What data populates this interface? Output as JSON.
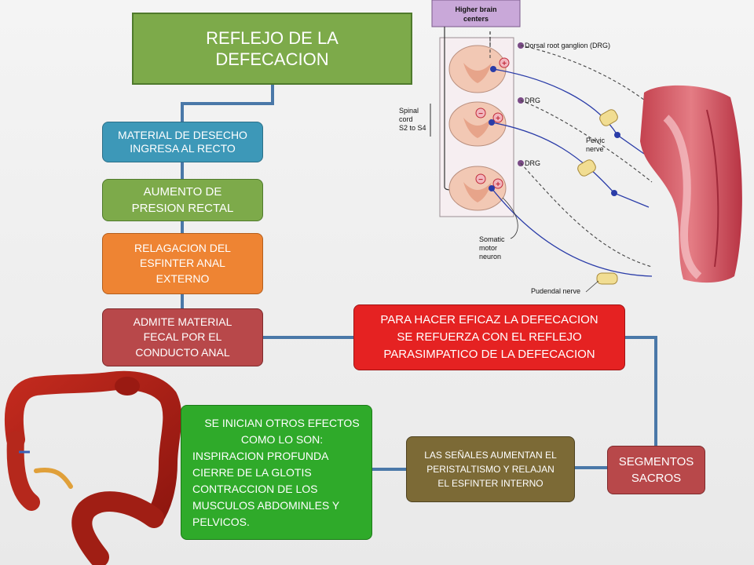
{
  "title": {
    "lines": [
      "REFLEJO DE LA",
      "DEFECACION"
    ]
  },
  "steps": [
    {
      "id": "material",
      "lines": [
        "MATERIAL DE DESECHO",
        "INGRESA AL RECTO"
      ]
    },
    {
      "id": "aumento",
      "lines": [
        "AUMENTO  DE",
        "PRESION  RECTAL"
      ]
    },
    {
      "id": "relajacion",
      "lines": [
        "RELAGACION DEL",
        "ESFINTER ANAL",
        "EXTERNO"
      ]
    },
    {
      "id": "admite",
      "lines": [
        "ADMITE MATERIAL",
        "FECAL POR EL",
        "CONDUCTO ANAL"
      ]
    },
    {
      "id": "refuerzo",
      "lines": [
        "PARA  HACER EFICAZ  LA DEFECACION",
        "SE  REFUERZA  CON  EL  REFLEJO",
        "PARASIMPATICO  DE  LA  DEFECACION"
      ]
    },
    {
      "id": "segmentos",
      "lines": [
        "SEGMENTOS",
        "SACROS"
      ]
    },
    {
      "id": "senales",
      "lines": [
        "LAS SEÑALES AUMENTAN  EL",
        "PERISTALTISMO  Y  RELAJAN",
        "EL ESFINTER INTERNO"
      ]
    },
    {
      "id": "efectos",
      "lines": [
        "SE INICIAN OTROS EFECTOS",
        "COMO LO SON:",
        "INSPIRACION PROFUNDA",
        "CIERRE DE LA GLOTIS",
        "CONTRACCION DE LOS",
        "MUSCULOS ABDOMINLES Y",
        "PELVICOS."
      ]
    }
  ],
  "figure_labels": {
    "higher_brain": [
      "Higher brain",
      "centers"
    ],
    "drg_full": "Dorsal root ganglion (DRG)",
    "drg": "DRG",
    "spinal_cord": [
      "Spinal",
      "cord",
      "S2 to S4"
    ],
    "pelvic_nerve": [
      "Pelvic",
      "nerve"
    ],
    "somatic": [
      "Somatic",
      "motor",
      "neuron"
    ],
    "pudendal": "Pudendal nerve",
    "plus": "+",
    "minus": "−"
  },
  "colors": {
    "connector": "#4a78a8",
    "title": "#7daa4a",
    "material": "#3d98b8",
    "aumento": "#7daa4a",
    "relajacion": "#ee8433",
    "admite": "#b8484a",
    "refuerzo": "#e52222",
    "segmentos": "#b8484a",
    "senales": "#7c6a36",
    "efectos": "#2faa2a"
  }
}
